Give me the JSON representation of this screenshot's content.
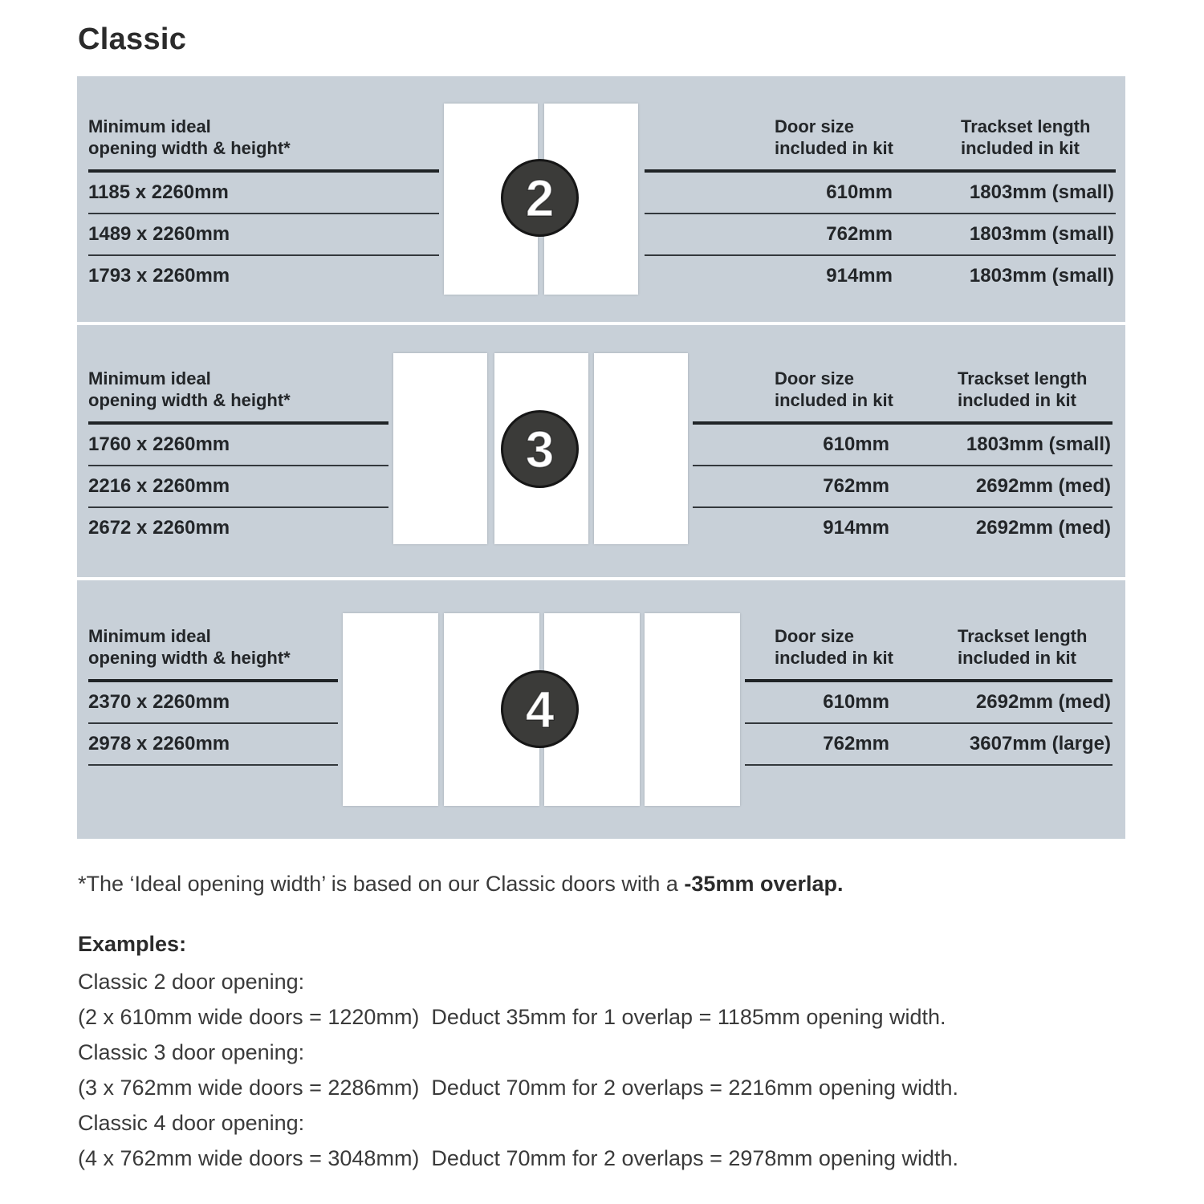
{
  "title": "Classic",
  "columns": {
    "opening": [
      "Minimum ideal",
      "opening width & height*"
    ],
    "door_size": [
      "Door size",
      "included in kit"
    ],
    "trackset": [
      "Trackset length",
      "included in kit"
    ]
  },
  "sections": [
    {
      "door_count": "2",
      "openings": [
        "1185 x 2260mm",
        "1489 x 2260mm",
        "1793 x 2260mm"
      ],
      "rows": [
        {
          "door_size": "610mm",
          "trackset": "1803mm (small)"
        },
        {
          "door_size": "762mm",
          "trackset": "1803mm (small)"
        },
        {
          "door_size": "914mm",
          "trackset": "1803mm (small)"
        }
      ]
    },
    {
      "door_count": "3",
      "openings": [
        "1760 x 2260mm",
        "2216 x 2260mm",
        "2672 x 2260mm"
      ],
      "rows": [
        {
          "door_size": "610mm",
          "trackset": "1803mm (small)"
        },
        {
          "door_size": "762mm",
          "trackset": "2692mm (med)"
        },
        {
          "door_size": "914mm",
          "trackset": "2692mm (med)"
        }
      ]
    },
    {
      "door_count": "4",
      "openings": [
        "2370 x 2260mm",
        "2978 x 2260mm"
      ],
      "rows": [
        {
          "door_size": "610mm",
          "trackset": "2692mm (med)"
        },
        {
          "door_size": "762mm",
          "trackset": "3607mm (large)"
        }
      ]
    }
  ],
  "footnote": {
    "regular": "*The ‘Ideal opening width’ is based on our Classic doors with a ",
    "bold": "-35mm overlap."
  },
  "examples": {
    "heading": "Examples:",
    "lines": [
      "Classic 2 door opening:",
      "(2 x 610mm wide doors = 1220mm)  Deduct 35mm for 1 overlap = 1185mm opening width.",
      "Classic 3 door opening:",
      "(3 x 762mm wide doors = 2286mm)  Deduct 70mm for 2 overlaps = 2216mm opening width.",
      "Classic 4 door opening:",
      "(4 x 762mm wide doors = 3048mm)  Deduct 70mm for 2 overlaps = 2978mm opening width."
    ]
  },
  "colors": {
    "panel": "#c8d0d8",
    "text": "#26292c",
    "badge": "#3b3b39"
  }
}
